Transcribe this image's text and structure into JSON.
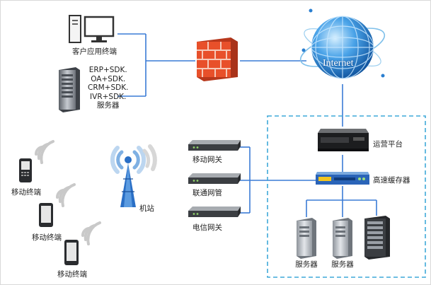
{
  "nodes": {
    "client_app": "客户应用终端",
    "server_group_lines": [
      "ERP+SDK.",
      "OA+SDK.",
      "CRM+SDK.",
      "IVR+SDK.",
      "服务器"
    ],
    "internet": "Internet",
    "ops_platform": "运营平台",
    "cache_server": "高速缓存器",
    "server_1": "服务器",
    "server_2": "服务器",
    "mobile_gateway": "移动网关",
    "unicom_gateway": "联通网管",
    "telecom_gateway": "电信网关",
    "base_station": "机站",
    "mobile_terminal_1": "移动终端",
    "mobile_terminal_2": "移动终端",
    "mobile_terminal_3": "移动终端"
  },
  "colors": {
    "link": "#3a7bd5",
    "dashed_border": "#3fa9d8",
    "firewall": "#e8502a",
    "globe": "#1f77c8",
    "server_gray": "#9aa0a8"
  }
}
